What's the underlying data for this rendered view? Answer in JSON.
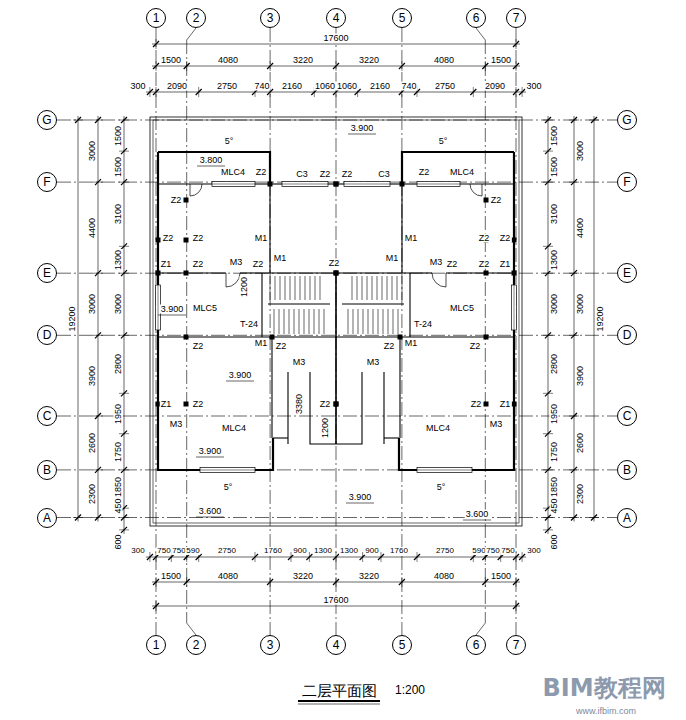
{
  "diagram": {
    "title": "二层平面图",
    "caption": "1:200",
    "nodes": [
      {
        "text": [
          "1"
        ]
      },
      {
        "text": [
          "2"
        ]
      },
      {
        "text": [
          "3"
        ]
      },
      {
        "text": [
          "4"
        ]
      },
      {
        "text": [
          "5"
        ]
      },
      {
        "text": [
          "6"
        ]
      },
      {
        "text": [
          "7"
        ]
      },
      {
        "text": [
          "G"
        ]
      },
      {
        "text": [
          "G"
        ]
      },
      {
        "text": [
          "F"
        ]
      },
      {
        "text": [
          "F"
        ]
      },
      {
        "text": [
          "E"
        ]
      },
      {
        "text": [
          "E"
        ]
      },
      {
        "text": [
          "D"
        ]
      },
      {
        "text": [
          "D"
        ]
      },
      {
        "text": [
          "C"
        ]
      },
      {
        "text": [
          "C"
        ]
      },
      {
        "text": [
          "B"
        ]
      },
      {
        "text": [
          "B"
        ]
      },
      {
        "text": [
          "A"
        ]
      },
      {
        "text": [
          "A"
        ]
      },
      {
        "text": [
          "1"
        ]
      },
      {
        "text": [
          "2"
        ]
      },
      {
        "text": [
          "3"
        ]
      },
      {
        "text": [
          "4"
        ]
      },
      {
        "text": [
          "5"
        ]
      },
      {
        "text": [
          "6"
        ]
      },
      {
        "text": [
          "7"
        ]
      }
    ],
    "labels": [
      "5°",
      "3.800",
      "MLC4",
      "Z2",
      "C3",
      "Z2",
      "3.900",
      "Z2",
      "C3",
      "Z2",
      "MLC4",
      "5°",
      "Z2",
      "Z2",
      "M1",
      "M1",
      "Z2",
      "Z2",
      "Z2",
      "Z2",
      "Z1",
      "Z2",
      "M3",
      "Z2",
      "M1",
      "Z2",
      "M1",
      "M3",
      "Z2",
      "Z2",
      "Z1",
      "1200",
      "3.900",
      "MLC5",
      "MLC5",
      "T-24",
      "T-24",
      "Z2",
      "M1",
      "Z2",
      "Z2",
      "M1",
      "Z2",
      "3.900",
      "M3",
      "M3",
      "3380",
      "Z1",
      "Z2",
      "Z2",
      "Z2",
      "Z1",
      "M3",
      "M3",
      "1200",
      "MLC4",
      "MLC4",
      "3.900",
      "5°",
      "5°",
      "3.900",
      "3.600",
      "3.600",
      "17600",
      "1500",
      "4080",
      "3220",
      "3220",
      "4080",
      "1500",
      "300",
      "2090",
      "2750",
      "740",
      "2160",
      "1060",
      "1060",
      "2160",
      "740",
      "2750",
      "2090",
      "300",
      "300",
      "750",
      "750",
      "590",
      "2750",
      "1760",
      "900",
      "1300",
      "1300",
      "900",
      "1760",
      "2750",
      "590",
      "750",
      "750",
      "300",
      "1500",
      "4080",
      "3220",
      "3220",
      "4080",
      "1500",
      "17600",
      "3000",
      "4400",
      "3000",
      "3900",
      "2600",
      "2300",
      "1500",
      "1500",
      "3100",
      "1300",
      "3000",
      "2800",
      "1950",
      "1750",
      "1850",
      "450",
      "600",
      "19200",
      "1500",
      "1500",
      "3100",
      "1300",
      "3000",
      "2800",
      "1950",
      "1750",
      "1850",
      "450",
      "600",
      "3000",
      "4400",
      "3000",
      "3900",
      "2600",
      "2300",
      "19200",
      "BIM教程网",
      "www.ifbim.com"
    ]
  }
}
